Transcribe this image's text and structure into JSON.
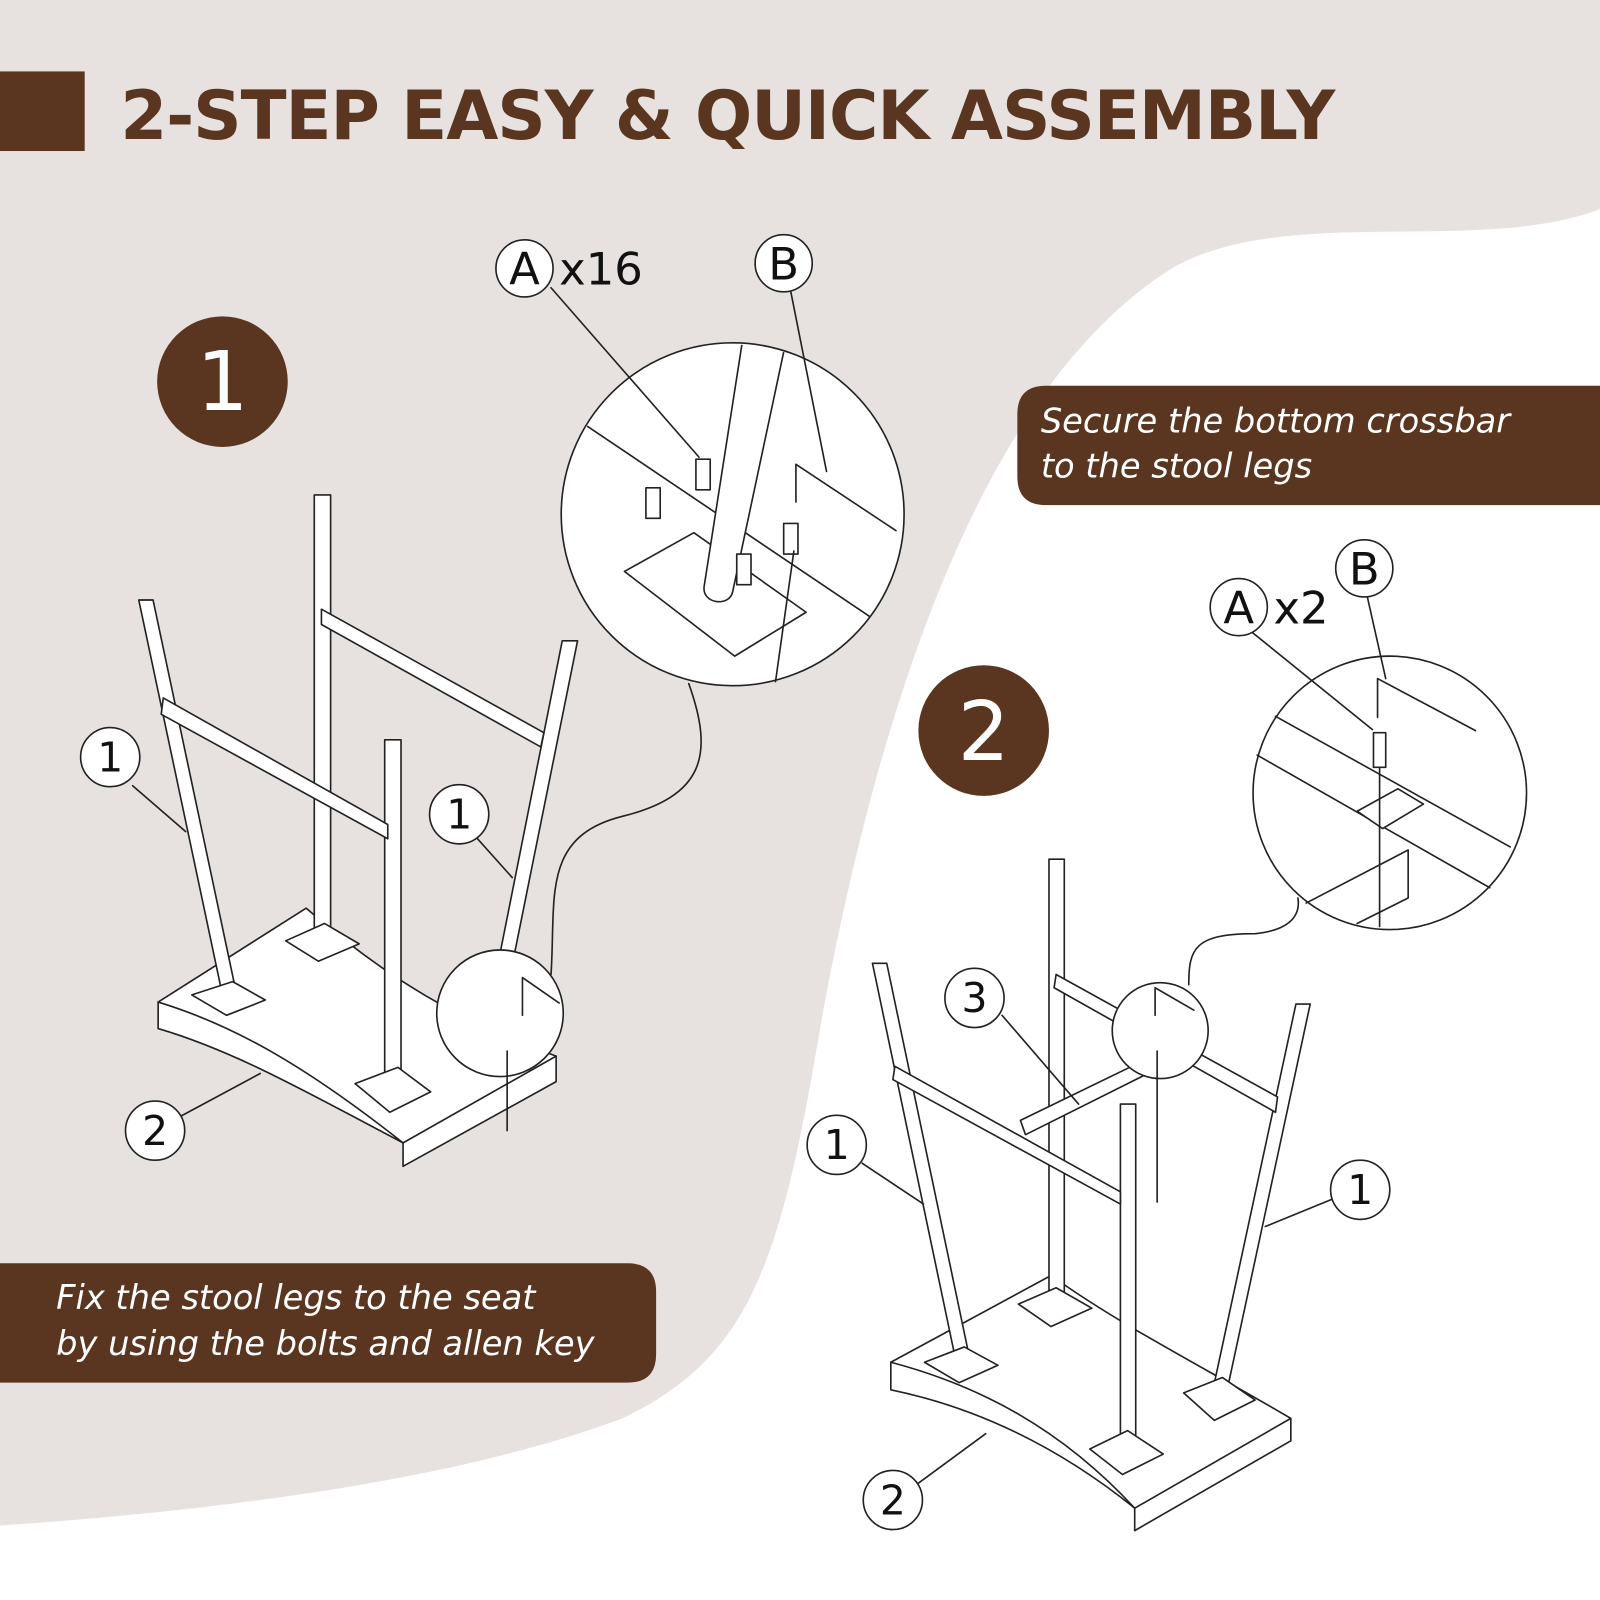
{
  "title": "2-STEP EASY & QUICK ASSEMBLY",
  "colors": {
    "brand": "#5a3620",
    "background": "#e7e2df",
    "panel": "#ffffff"
  },
  "step1": {
    "number": "1",
    "caption_line1": "Fix the stool legs to the seat",
    "caption_line2": "by using the bolts and allen key",
    "callouts": {
      "part_a": "A",
      "part_a_qty": "x16",
      "part_b": "B",
      "leg_left": "1",
      "leg_right": "1",
      "seat": "2"
    }
  },
  "step2": {
    "number": "2",
    "caption_line1": "Secure the bottom crossbar",
    "caption_line2": "to the stool legs",
    "callouts": {
      "part_a": "A",
      "part_a_qty": "x2",
      "part_b": "B",
      "crossbar": "3",
      "leg_left": "1",
      "leg_right": "1",
      "seat": "2"
    }
  }
}
